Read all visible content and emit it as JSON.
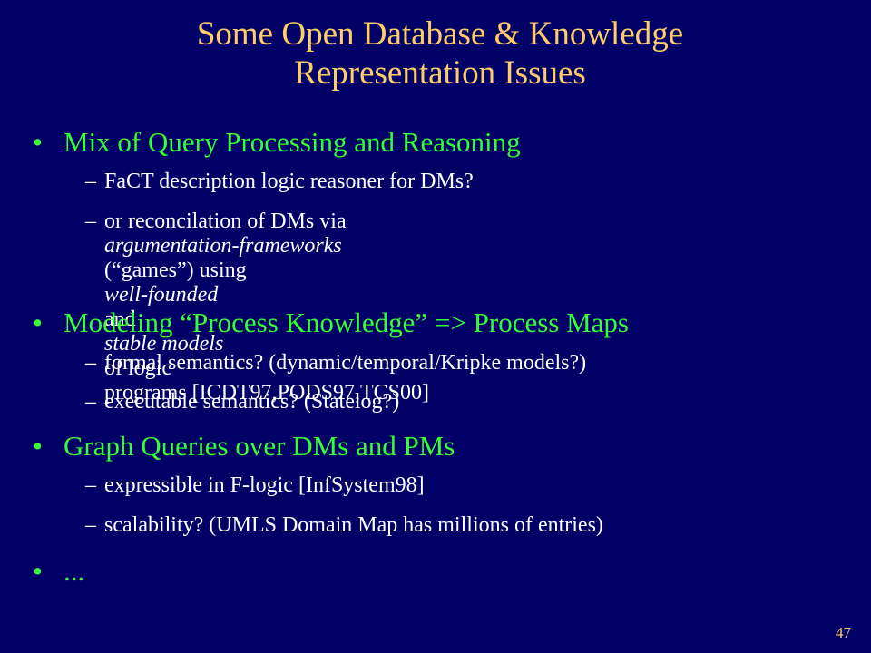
{
  "slide": {
    "title_line1": "Some Open Database & Knowledge",
    "title_line2": "Representation Issues",
    "page_number": "47",
    "bullet_glyph": "•",
    "dash_glyph": "–",
    "bullets": [
      {
        "text": "Mix of Query Processing and Reasoning",
        "subs": [
          {
            "text": "FaCT description logic reasoner for DMs?"
          },
          {
            "line1_a": "or reconcilation of DMs via ",
            "line1_em": "argumentation-frameworks",
            "line2_a": "(“games”) using ",
            "line2_em1": "well-founded",
            "line2_b": " and ",
            "line2_em2": "stable models",
            "line2_c": " of logic",
            "line3": "programs [ICDT97,PODS97,TCS00]"
          }
        ]
      },
      {
        "text": "Modeling “Process Knowledge” => Process Maps",
        "subs": [
          {
            "text": "formal semantics? (dynamic/temporal/Kripke models?)"
          },
          {
            "text": "executable semantics? (Statelog?)"
          }
        ]
      },
      {
        "text": "Graph Queries over DMs and PMs",
        "subs": [
          {
            "text": "expressible in F-logic [InfSystem98]"
          },
          {
            "text": "scalability? (UMLS Domain Map has millions of entries)"
          }
        ]
      },
      {
        "text": "..."
      }
    ]
  },
  "colors": {
    "background": "#000066",
    "title": "#ffcc66",
    "bullet": "#33ff33",
    "sub_text": "#ffffff"
  }
}
